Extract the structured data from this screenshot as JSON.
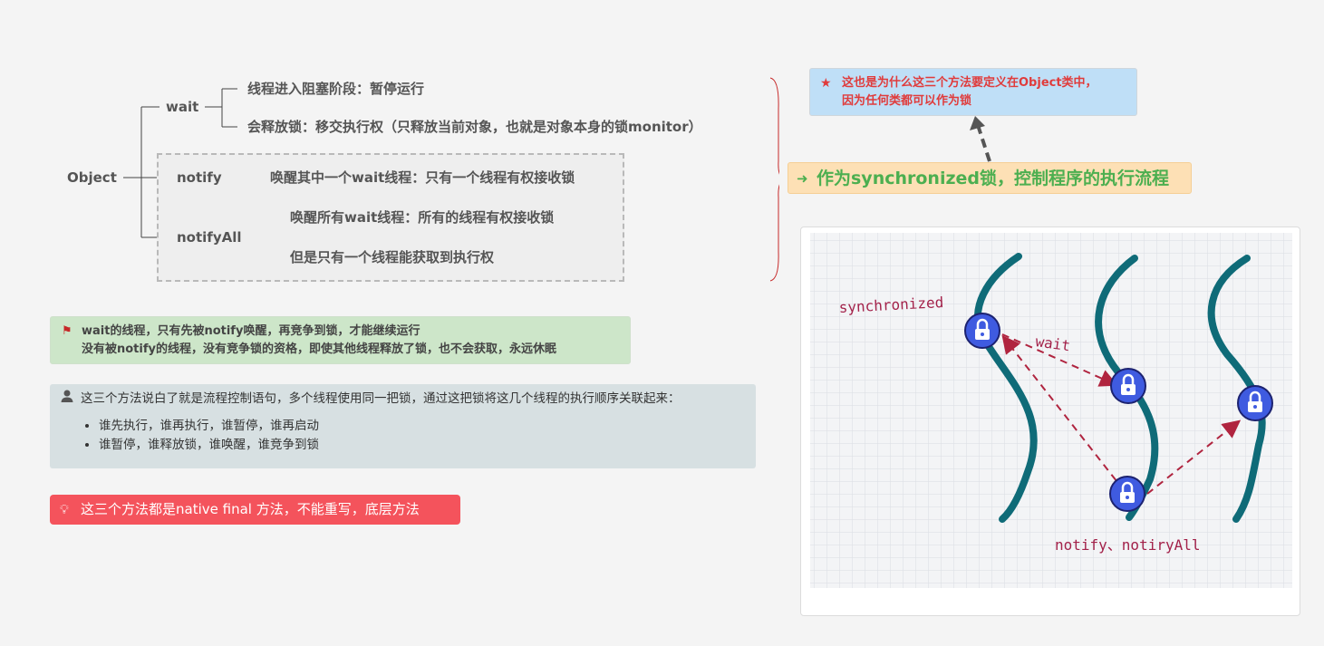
{
  "mindmap": {
    "root": "Object",
    "wait": {
      "label": "wait",
      "children": [
        "线程进入阻塞阶段：暂停运行",
        "会释放锁：移交执行权（只释放当前对象，也就是对象本身的锁monitor）"
      ]
    },
    "notify": {
      "label": "notify",
      "children": [
        "唤醒其中一个wait线程：只有一个线程有权接收锁"
      ]
    },
    "notifyAll": {
      "label": "notifyAll",
      "children": [
        "唤醒所有wait线程：所有的线程有权接收锁",
        "但是只有一个线程能获取到执行权"
      ]
    }
  },
  "summary": {
    "main": "作为synchronized锁，控制程序的执行流程",
    "note_lines": [
      "这也是为什么这三个方法要定义在Object类中，",
      "因为任何类都可以作为锁"
    ]
  },
  "notes": {
    "flag_lines": [
      "wait的线程，只有先被notify唤醒，再竞争到锁，才能继续运行",
      "没有被notify的线程，没有竞争锁的资格，即使其他线程释放了锁，也不会获取，永远休眠"
    ],
    "user_text": "这三个方法说白了就是流程控制语句，多个线程使用同一把锁，通过这把锁将这几个线程的执行顺序关联起来：",
    "bullets": [
      "谁先执行，谁再执行，谁暂停，谁再启动",
      "谁暂停，谁释放锁，谁唤醒，谁竞争到锁"
    ],
    "tip": "这三个方法都是native final 方法，不能重写，底层方法"
  },
  "illustration": {
    "label_synchronized": "synchronized",
    "label_wait": "wait",
    "label_notify": "notify、notiryAll"
  },
  "colors": {
    "thread": "#0f6b78",
    "lock": "#3f5be0",
    "arrow": "#b0243f",
    "handwriting": "#a3224a"
  },
  "icons": {
    "star": "star-icon",
    "arrow": "arrow-right-icon",
    "flag": "flag-icon",
    "user": "user-icon",
    "bulb": "bulb-icon",
    "lock": "lock-icon"
  }
}
